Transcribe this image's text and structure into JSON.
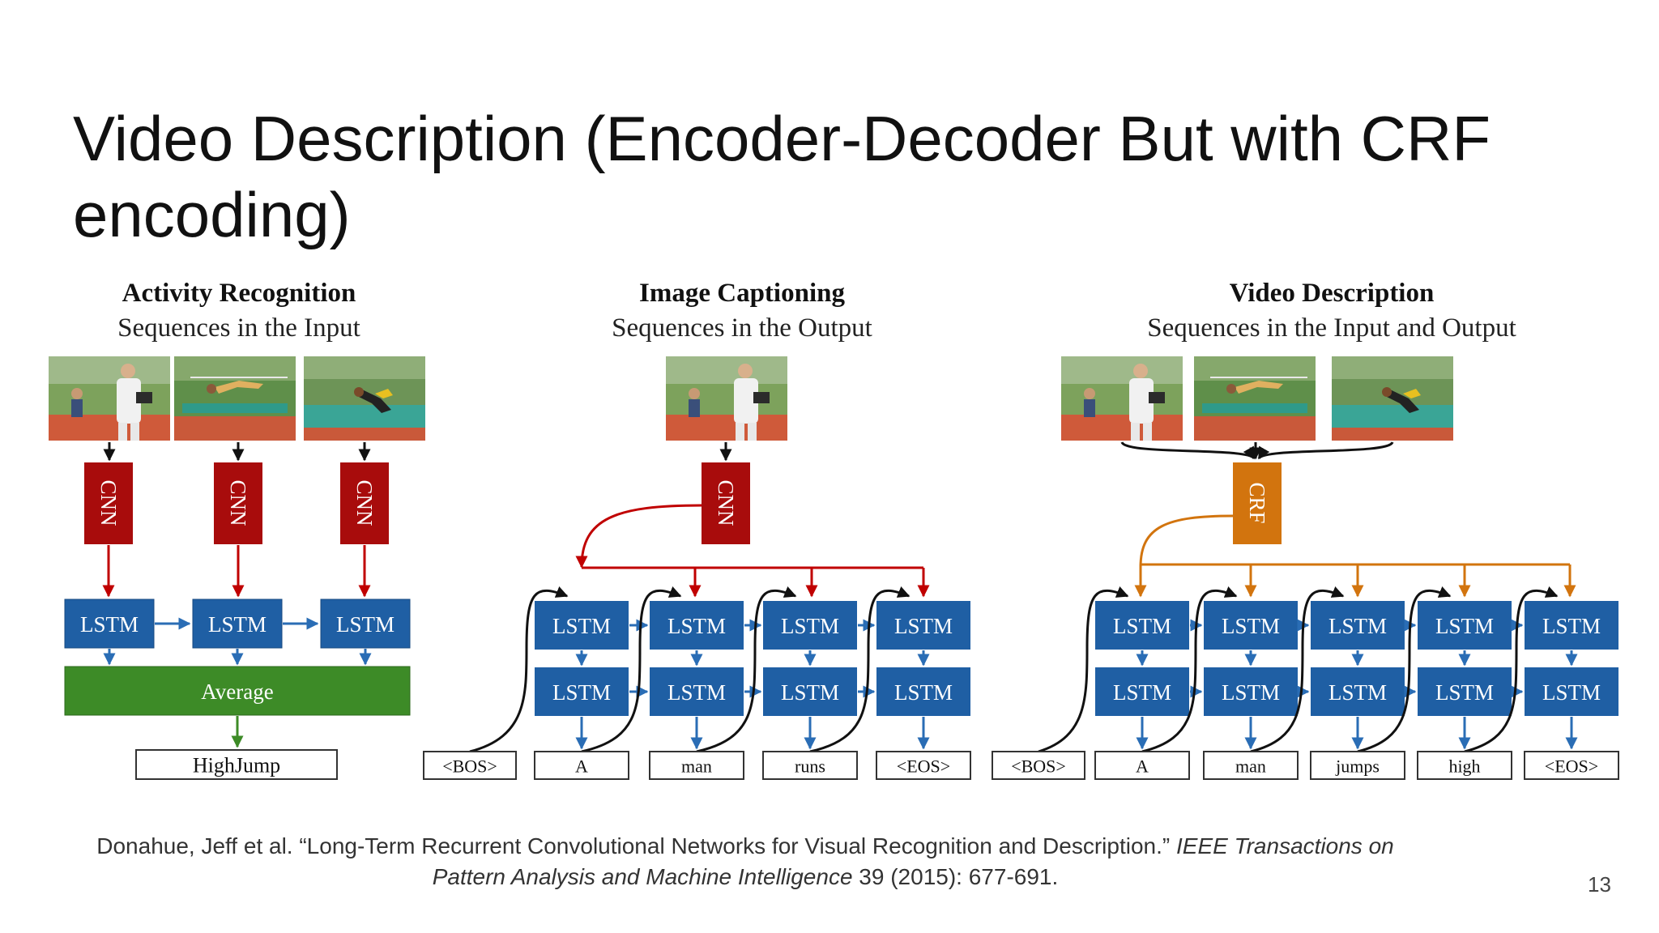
{
  "slide": {
    "title": "Video Description (Encoder-Decoder But with CRF encoding)",
    "page_number": "13",
    "citation": {
      "part1": "Donahue, Jeff et al. “Long-Term Recurrent Convolutional Networks for Visual Recognition and Description.” ",
      "journal": "IEEE Transactions on Pattern Analysis and Machine Intelligence",
      "part2": " 39 (2015): 677-691."
    }
  },
  "colors": {
    "lstm": "#1f5fa4",
    "cnn": "#a80c0c",
    "crf": "#d2740e",
    "average": "#3d8b27"
  },
  "panels": {
    "activity": {
      "title": "Activity Recognition",
      "subtitle": "Sequences in the Input",
      "encoder_label": "CNN",
      "lstm_label": "LSTM",
      "average_label": "Average",
      "output": "HighJump"
    },
    "captioning": {
      "title": "Image Captioning",
      "subtitle": "Sequences in the Output",
      "encoder_label": "CNN",
      "lstm_label": "LSTM",
      "tokens": [
        "<BOS>",
        "A",
        "man",
        "runs",
        "<EOS>"
      ]
    },
    "video": {
      "title": "Video Description",
      "subtitle": "Sequences in the Input and Output",
      "encoder_label": "CRF",
      "lstm_label": "LSTM",
      "tokens": [
        "<BOS>",
        "A",
        "man",
        "jumps",
        "high",
        "<EOS>"
      ]
    }
  }
}
